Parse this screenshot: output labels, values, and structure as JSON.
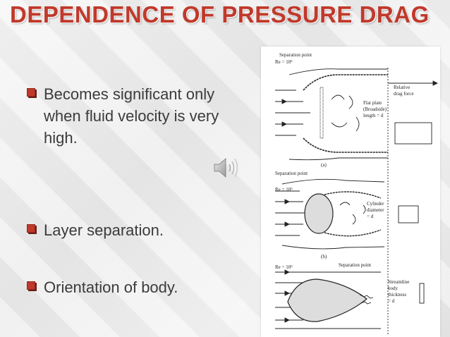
{
  "slide": {
    "title": "DEPENDENCE OF PRESSURE DRAG",
    "accent_color": "#c0392b",
    "bullets": [
      {
        "icon": "checkbox-bullet-icon",
        "text": "Becomes significant only when fluid velocity is very high."
      },
      {
        "icon": "checkbox-bullet-icon",
        "text": "Layer separation."
      },
      {
        "icon": "checkbox-bullet-icon",
        "text": "Orientation of body."
      }
    ],
    "audio_icon": "speaker-icon"
  },
  "figure": {
    "relative_drag_label": "Relative drag force",
    "panels": [
      {
        "tag": "(a)",
        "sep_label": "Separation point",
        "re": "Re = 10⁵",
        "body": [
          "Flat plate",
          "(Broadside)",
          "length = d"
        ]
      },
      {
        "tag": "(b)",
        "sep_label": "Separation point",
        "re": "Re = 10⁵",
        "body": [
          "Cylinder",
          "diameter",
          "= d"
        ]
      },
      {
        "tag": "",
        "sep_label": "Separation point",
        "re": "Re = 10⁵",
        "body": [
          "Streamline",
          "body",
          "thickness",
          "= d"
        ]
      }
    ]
  }
}
